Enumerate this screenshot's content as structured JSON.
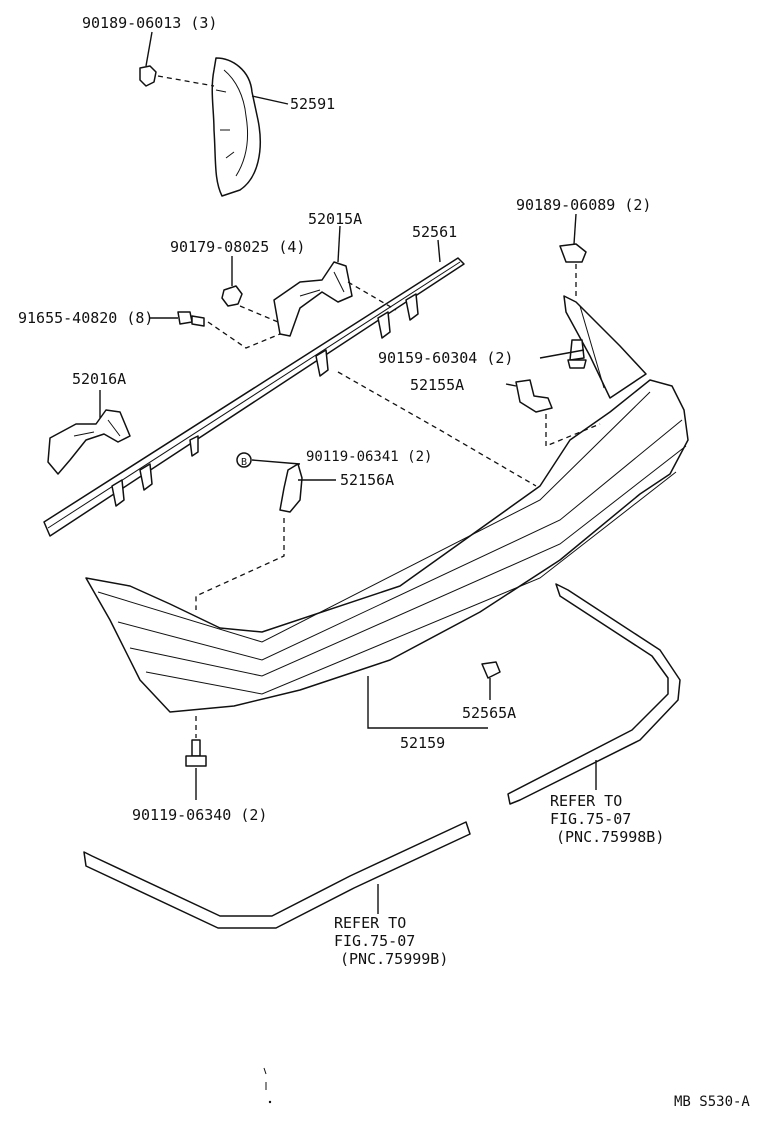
{
  "labels": {
    "p90189_06013": "90189-06013 (3)",
    "p52591": "52591",
    "p52015A": "52015A",
    "p52561": "52561",
    "p90189_06089": "90189-06089 (2)",
    "p90179_08025": "90179-08025 (4)",
    "p91655_40820": "91655-40820 (8)",
    "p90159_60304": "90159-60304 (2)",
    "p52155A": "52155A",
    "p52016A": "52016A",
    "p90119_06341": "90119-06341 (2)",
    "p52156A": "52156A",
    "p52565A": "52565A",
    "p52159": "52159",
    "p90119_06340": "90119-06340 (2)",
    "refer_right": [
      "REFER TO",
      "FIG.75-07",
      "(PNC.75998B)"
    ],
    "refer_bottom": [
      "REFER TO",
      "FIG.75-07",
      "(PNC.75999B)"
    ],
    "callout_b": "B",
    "footer_code": "MB  S530-A"
  }
}
